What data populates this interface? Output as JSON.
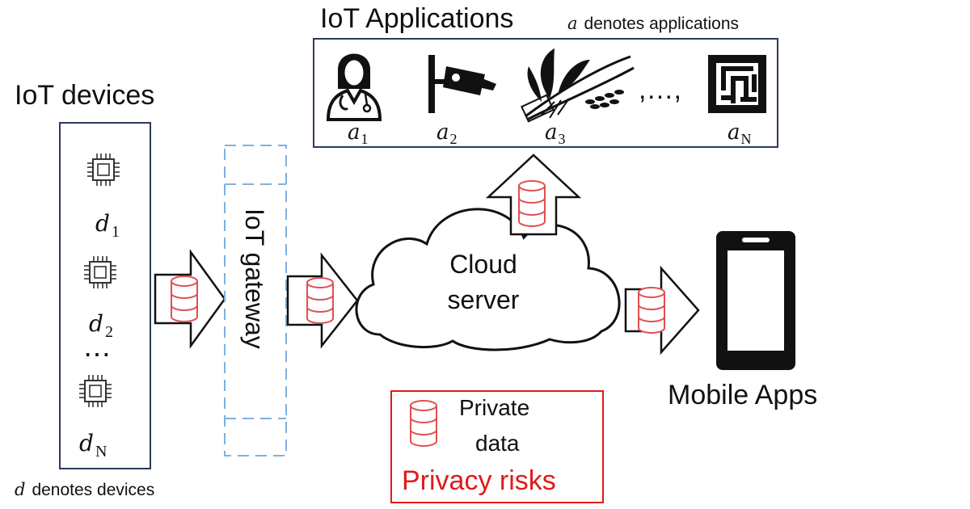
{
  "devices": {
    "title": "IoT devices",
    "labels": [
      {
        "sym": "d",
        "sub": "1"
      },
      {
        "sym": "d",
        "sub": "2"
      },
      {
        "sym": "d",
        "sub": "N"
      }
    ],
    "ellipsis": "⋯",
    "note_sym": "d",
    "note_text": "denotes devices"
  },
  "gateway": {
    "label": "IoT gateway"
  },
  "applications": {
    "title": "IoT Applications",
    "note_sym": "a",
    "note_text": "denotes applications",
    "labels": [
      {
        "sym": "a",
        "sub": "1"
      },
      {
        "sym": "a",
        "sub": "2"
      },
      {
        "sym": "a",
        "sub": "3"
      },
      {
        "sym": "a",
        "sub": "N"
      }
    ],
    "ellipsis": ",…,",
    "icons": [
      "doctor-icon",
      "camera-icon",
      "plant-icon",
      "maze-icon"
    ]
  },
  "cloud": {
    "line1": "Cloud",
    "line2": "server"
  },
  "mobile": {
    "label": "Mobile Apps",
    "icon": "smartphone-icon"
  },
  "legend": {
    "line1": "Private",
    "line2": "data",
    "risk": "Privacy risks"
  },
  "colors": {
    "frame": "#2b3a5c",
    "gateway_dash": "#7fb0e0",
    "database": "#e05050",
    "risk": "#e01b1b"
  }
}
